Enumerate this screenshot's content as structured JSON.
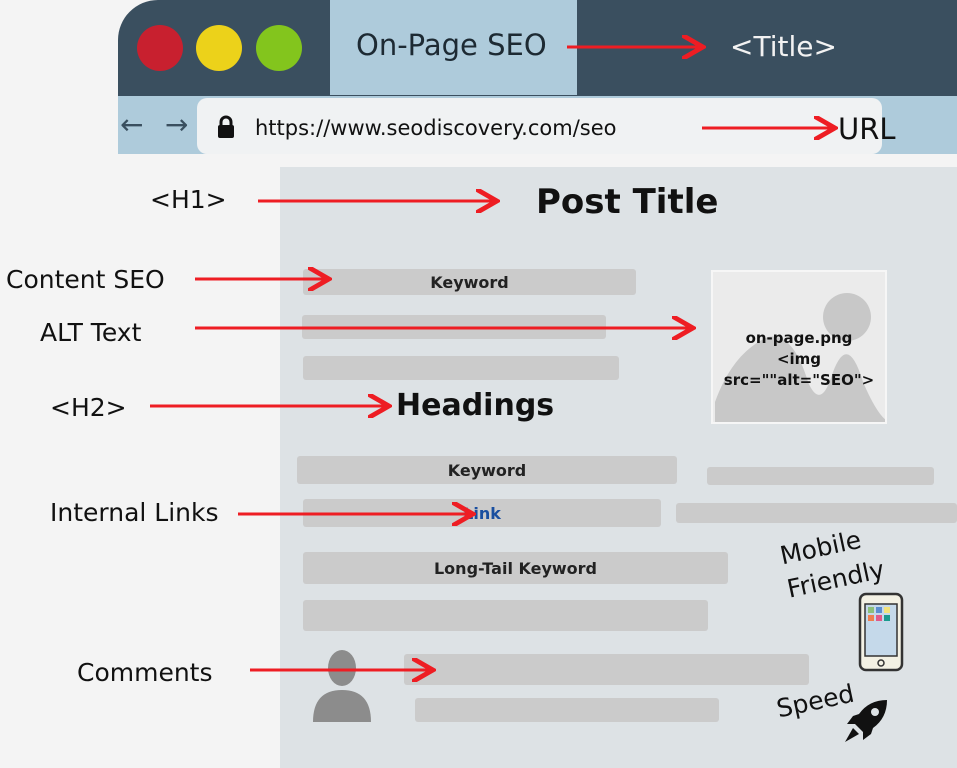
{
  "browser": {
    "window_buttons": {
      "close_color": "#c8202f",
      "minimize_color": "#ecd21a",
      "maximize_color": "#83c51d"
    },
    "tab_title": "On-Page SEO",
    "url": "https://www.seodiscovery.com/seo"
  },
  "annotations": {
    "title_tag": "<Title>",
    "url": "URL",
    "h1": "<H1>",
    "content_seo": "Content SEO",
    "alt_text": "ALT Text",
    "h2": "<H2>",
    "internal_links": "Internal Links",
    "comments": "Comments",
    "mobile_friendly": "Mobile Friendly",
    "speed": "Speed"
  },
  "page": {
    "post_title": "Post Title",
    "keyword_1": "Keyword",
    "headings": "Headings",
    "keyword_2": "Keyword",
    "link": "Link",
    "long_tail": "Long-Tail Keyword",
    "image_filename": "on-page.png",
    "image_tag": "<img src=\"\"alt=\"SEO\">"
  },
  "colors": {
    "arrow": "#ee1d23",
    "link": "#1a4fa0",
    "topbar": "#3a4f5f",
    "tab": "#aecbdb",
    "page": "#dde2e5"
  }
}
